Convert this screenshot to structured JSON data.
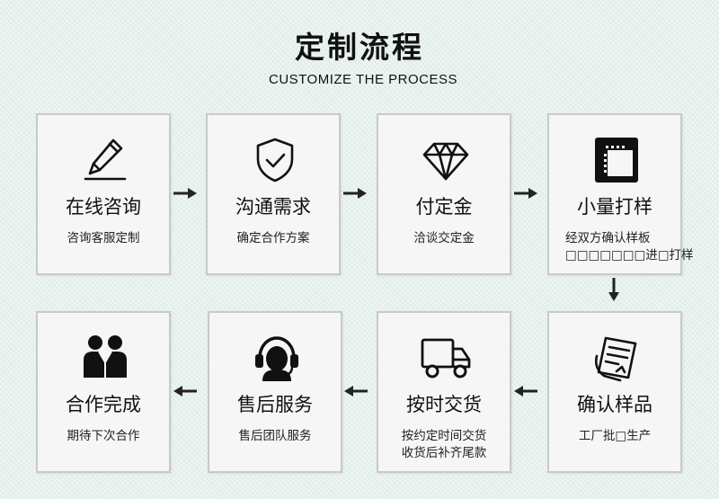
{
  "header": {
    "title": "定制流程",
    "subtitle": "CUSTOMIZE THE PROCESS"
  },
  "steps": [
    {
      "title": "在线咨询",
      "desc": [
        "咨询客服定制"
      ],
      "icon": "pencil-edit-icon"
    },
    {
      "title": "沟通需求",
      "desc": [
        "确定合作方案"
      ],
      "icon": "shield-check-icon"
    },
    {
      "title": "付定金",
      "desc": [
        "洽谈交定金"
      ],
      "icon": "diamond-icon"
    },
    {
      "title": "小量打样",
      "desc": [
        "经双方确认样板",
        "□□□□□□□进□打样"
      ],
      "icon": "sample-sheet-icon"
    },
    {
      "title": "确认样品",
      "desc": [
        "工厂批□生产"
      ],
      "icon": "document-sign-icon"
    },
    {
      "title": "按时交货",
      "desc": [
        "按约定时间交货",
        "收货后补齐尾款"
      ],
      "icon": "delivery-truck-icon"
    },
    {
      "title": "售后服务",
      "desc": [
        "售后团队服务"
      ],
      "icon": "headset-support-icon"
    },
    {
      "title": "合作完成",
      "desc": [
        "期待下次合作"
      ],
      "icon": "partners-icon"
    }
  ],
  "colors": {
    "background": "#e7f3ee",
    "card": "#f6f6f6",
    "border": "#c9c9c9",
    "ink": "#111111"
  }
}
